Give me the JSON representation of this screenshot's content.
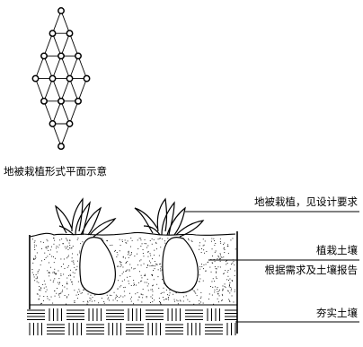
{
  "planting_plan": {
    "caption": "地被栽植形式平面示意",
    "pattern": "diamond grid"
  },
  "section": {
    "labels": {
      "plants": "地被栽植，见设计要求",
      "soil": "植栽土壤",
      "soil_note": "根据需求及土壤报告",
      "base": "夯实土壤"
    }
  },
  "colors": {
    "line": "#000000",
    "background": "#ffffff"
  }
}
